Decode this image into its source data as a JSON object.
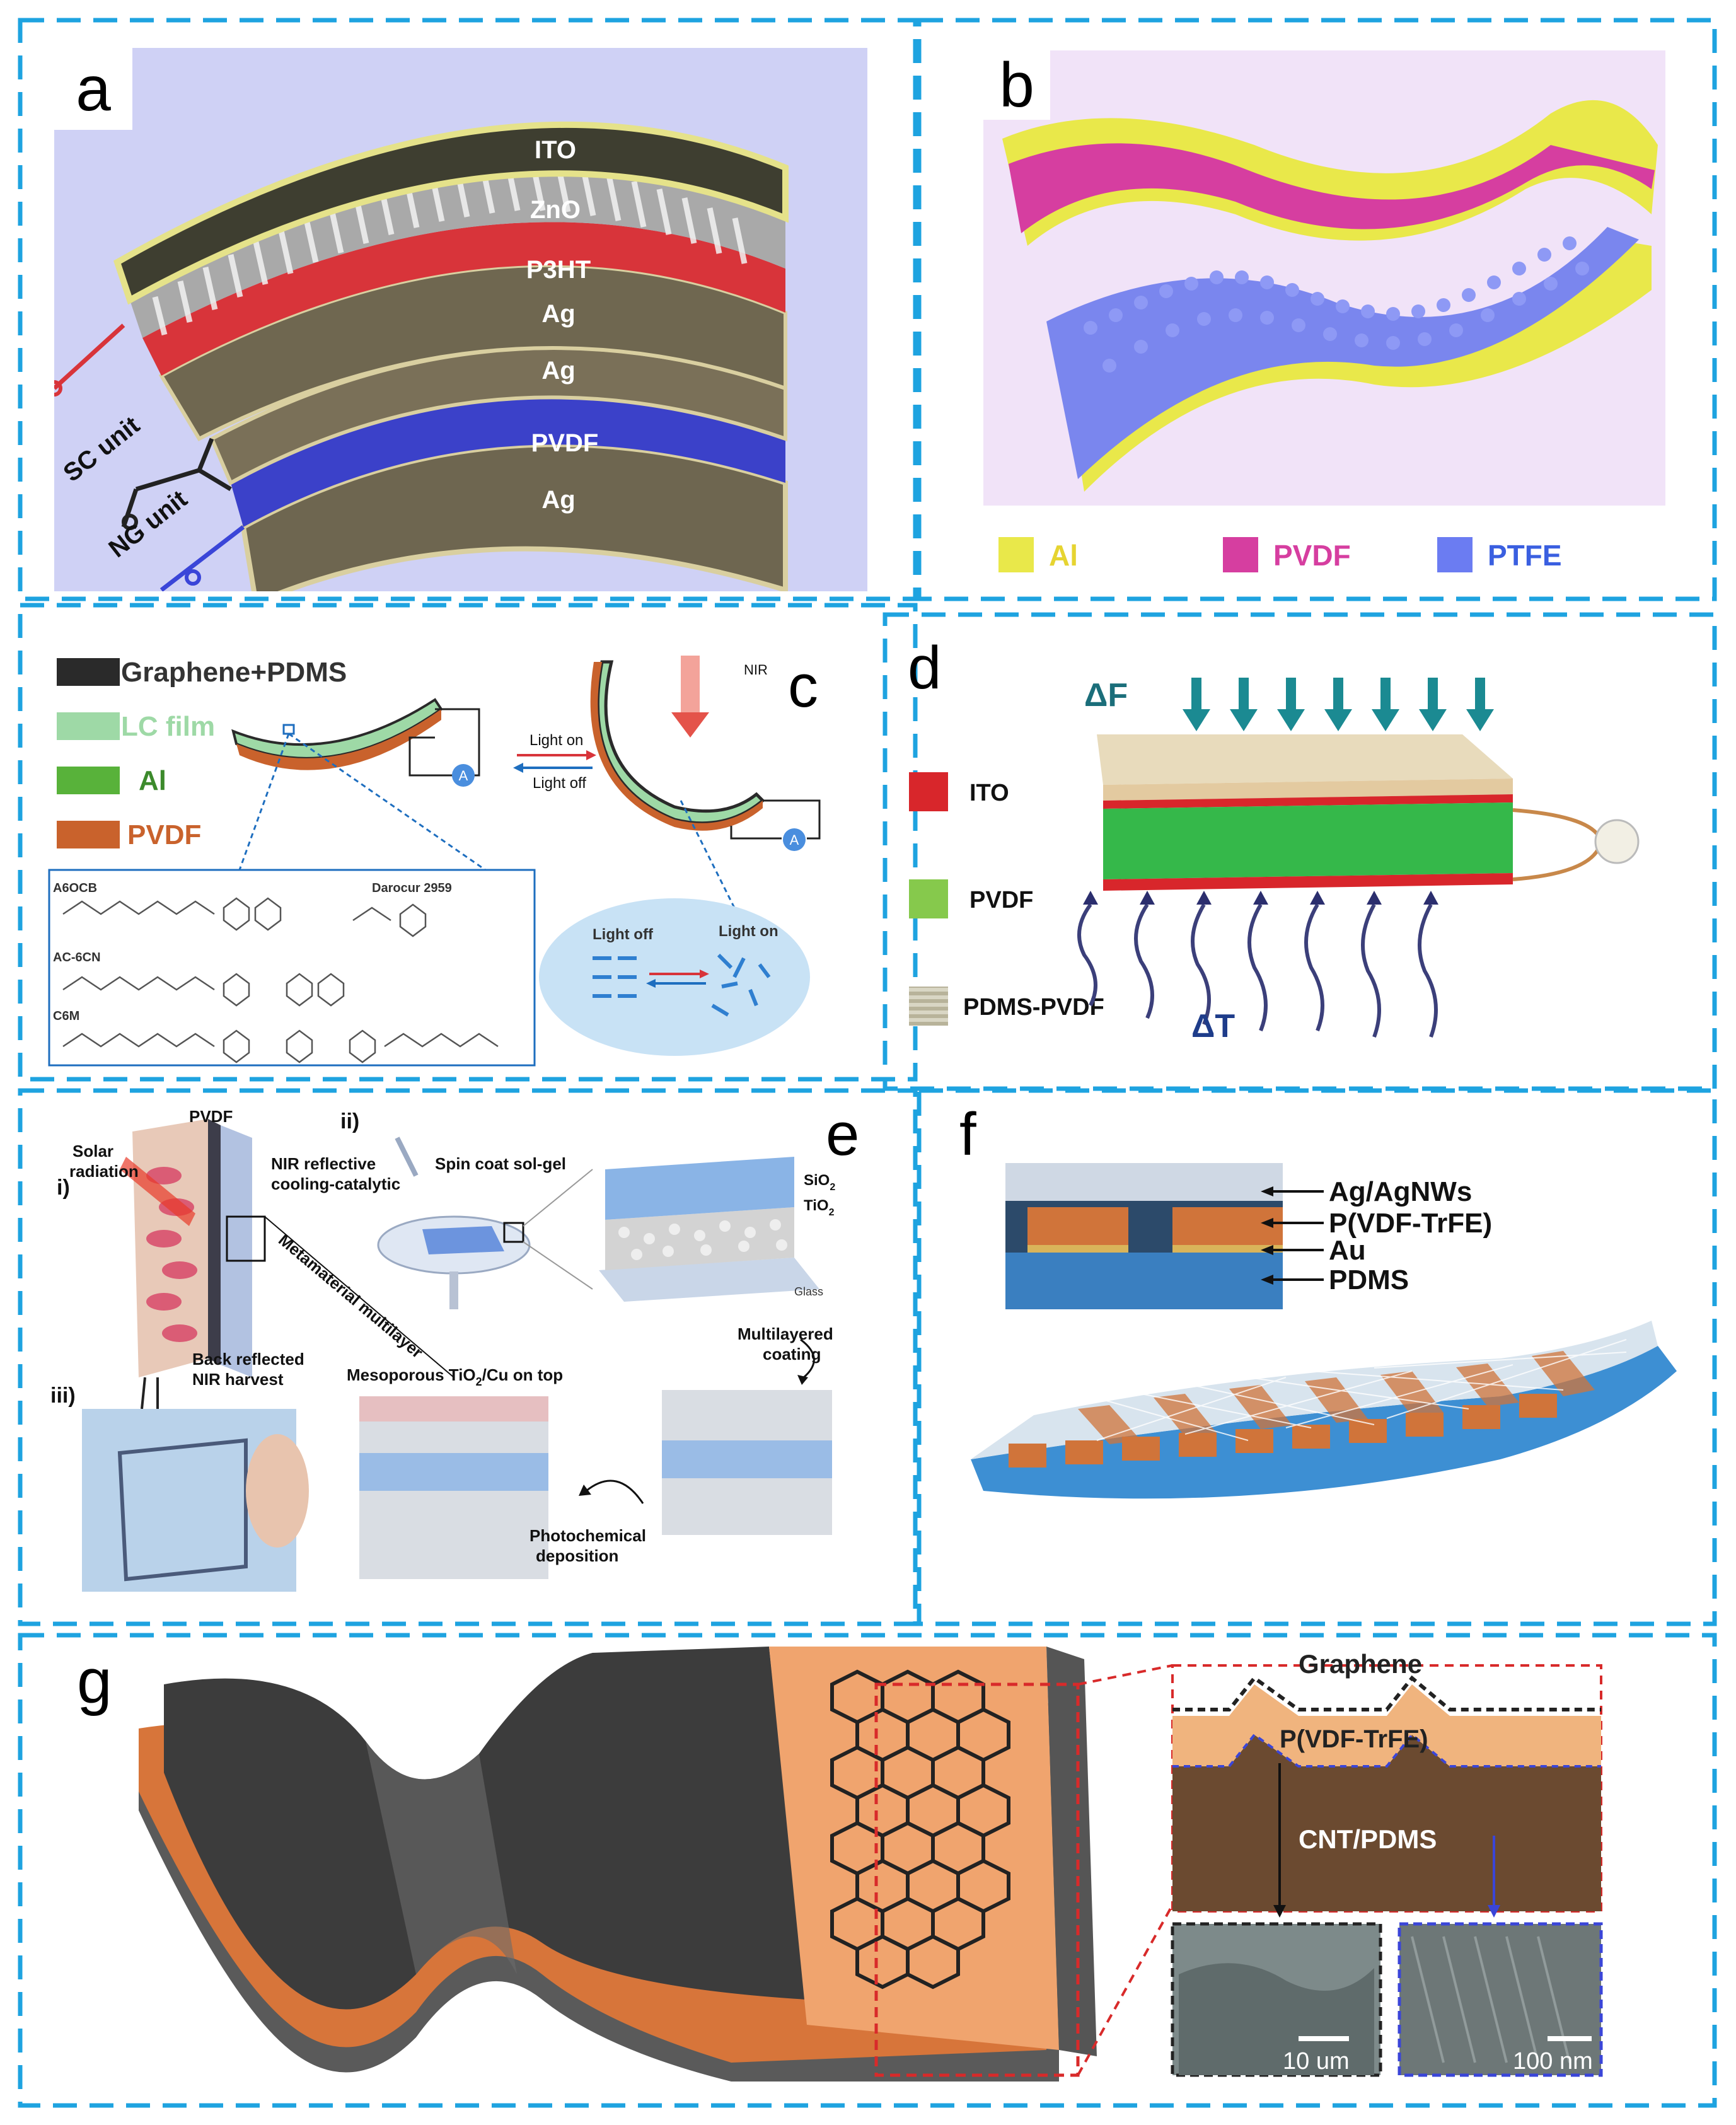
{
  "panels": {
    "a": {
      "letter": "a",
      "layers": [
        "ITO",
        "ZnO",
        "P3HT",
        "Ag",
        "Ag",
        "PVDF",
        "Ag"
      ],
      "unit_labels": [
        "SC unit",
        "NG unit"
      ]
    },
    "b": {
      "letter": "b",
      "legend": [
        "Al",
        "PVDF",
        "PTFE"
      ],
      "colors": {
        "Al": "#e9e84a",
        "PVDF": "#d63ea0",
        "PTFE": "#6b7cf2"
      }
    },
    "c": {
      "letter": "c",
      "legend": [
        "Graphene+PDMS",
        "LC film",
        "Al",
        "PVDF"
      ],
      "light_on": "Light on",
      "light_off": "Light off",
      "nir": "NIR",
      "ammeter": "A",
      "molecules": [
        "A6OCB",
        "Darocur 2959",
        "AC-6CN",
        "C6M"
      ],
      "state_off": "Light off",
      "state_on": "Light on"
    },
    "d": {
      "letter": "d",
      "legend": [
        "ITO",
        "PVDF",
        "PDMS-PVDF"
      ],
      "delta_f": "ΔF",
      "delta_t": "ΔT"
    },
    "e": {
      "letter": "e",
      "sub_i": "i)",
      "sub_ii": "ii)",
      "sub_iii": "iii)",
      "pvdf": "PVDF",
      "solar_1": "Solar",
      "solar_2": "radiation",
      "nir_1": "NIR reflective",
      "nir_2": "cooling-catalytic",
      "metamaterial": "Metamaterial multilayer",
      "back_1": "Back reflected",
      "back_2": "NIR harvest",
      "spin": "Spin coat sol-gel",
      "sio2": "SiO",
      "tio2": "TiO",
      "sub2": "2",
      "glass": "Glass",
      "multi_1": "Multilayered",
      "multi_2": "coating",
      "meso_a": "Mesoporous TiO",
      "meso_b": "/Cu on top",
      "photo_1": "Photochemical",
      "photo_2": "deposition"
    },
    "f": {
      "letter": "f",
      "labels": [
        "Ag/AgNWs",
        "P(VDF-TrFE)",
        "Au",
        "PDMS"
      ]
    },
    "g": {
      "letter": "g",
      "labels": [
        "Graphene",
        "P(VDF-TrFE)",
        "CNT/PDMS"
      ],
      "scale_1": "10 um",
      "scale_2": "100 nm"
    }
  },
  "colors": {
    "dash_border": "#1ea3e0",
    "red_layer": "#d8343a",
    "blue_layer": "#3a45d8",
    "orange": "#e88a4a",
    "green": "#58c24a",
    "brown": "#6b4a30"
  }
}
